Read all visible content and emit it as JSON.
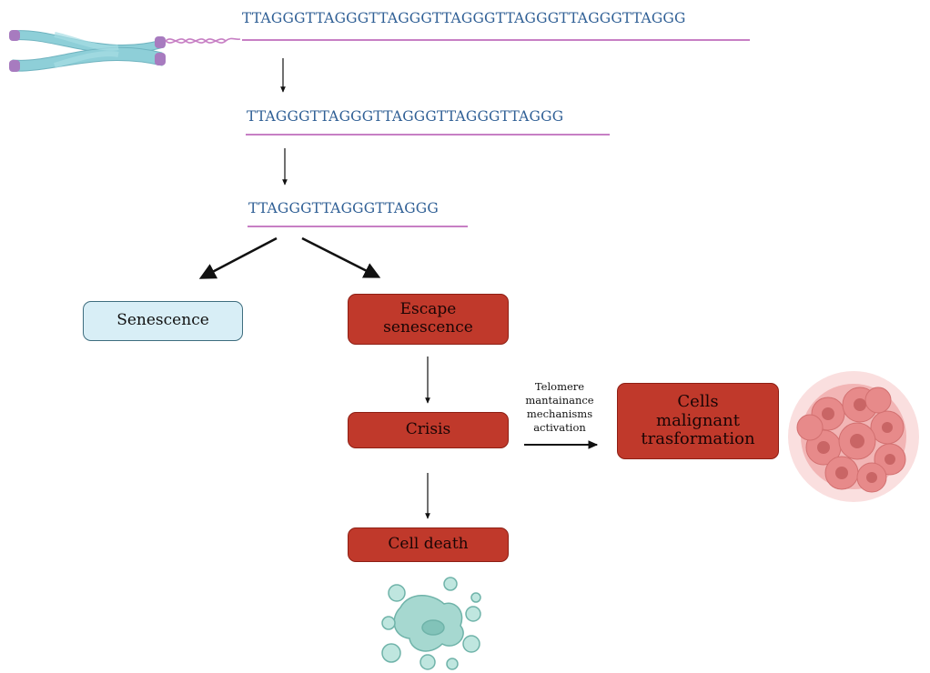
{
  "telomere_sequences": {
    "long": "TTAGGGTTAGGGTTAGGGTTAGGGTTAGGGTTAGGGTTAGGG",
    "medium": "TTAGGGTTAGGGTTAGGGTTAGGGTTAGGG",
    "short": "TTAGGGTTAGGGTTAGGG"
  },
  "boxes": {
    "senescence": "Senescence",
    "escape_line1": "Escape",
    "escape_line2": "senescence",
    "crisis": "Crisis",
    "malignant_line1": "Cells",
    "malignant_line2": "malignant",
    "malignant_line3": "trasformation",
    "cell_death": "Cell death"
  },
  "arrow_label": {
    "line1": "Telomere",
    "line2": "mantainance",
    "line3": "mechanisms",
    "line4": "activation"
  },
  "colors": {
    "sequence_text": "#2f5f95",
    "sequence_underline": "#c77fc4",
    "red_box": "#c0392b",
    "blue_box": "#d8eef6",
    "tumor_cells": "#e78a8a",
    "dead_cell": "#a6d8d0"
  },
  "icons": {
    "chromosome": "chromosome-icon",
    "tumor": "tumor-cells-icon",
    "dead_cell": "dead-cell-icon"
  }
}
